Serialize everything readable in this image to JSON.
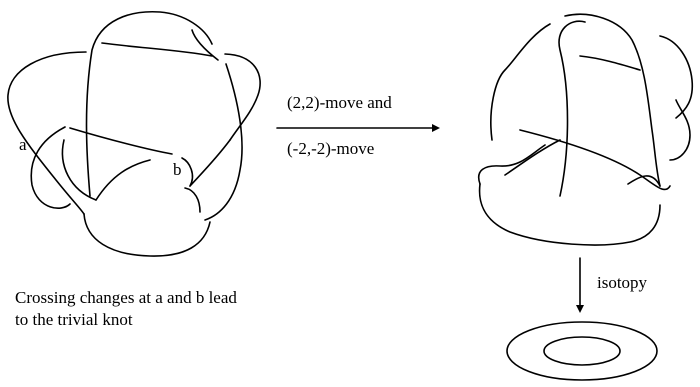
{
  "figure": {
    "left_knot": {
      "crossing_labels": [
        "a",
        "b"
      ]
    },
    "transition": {
      "line1": "(2,2)-move  and",
      "line2": "(-2,-2)-move"
    },
    "isotopy": {
      "label": "isotopy"
    },
    "caption": {
      "line1": "Crossing changes at a and b lead",
      "line2": "to the trivial knot"
    }
  }
}
